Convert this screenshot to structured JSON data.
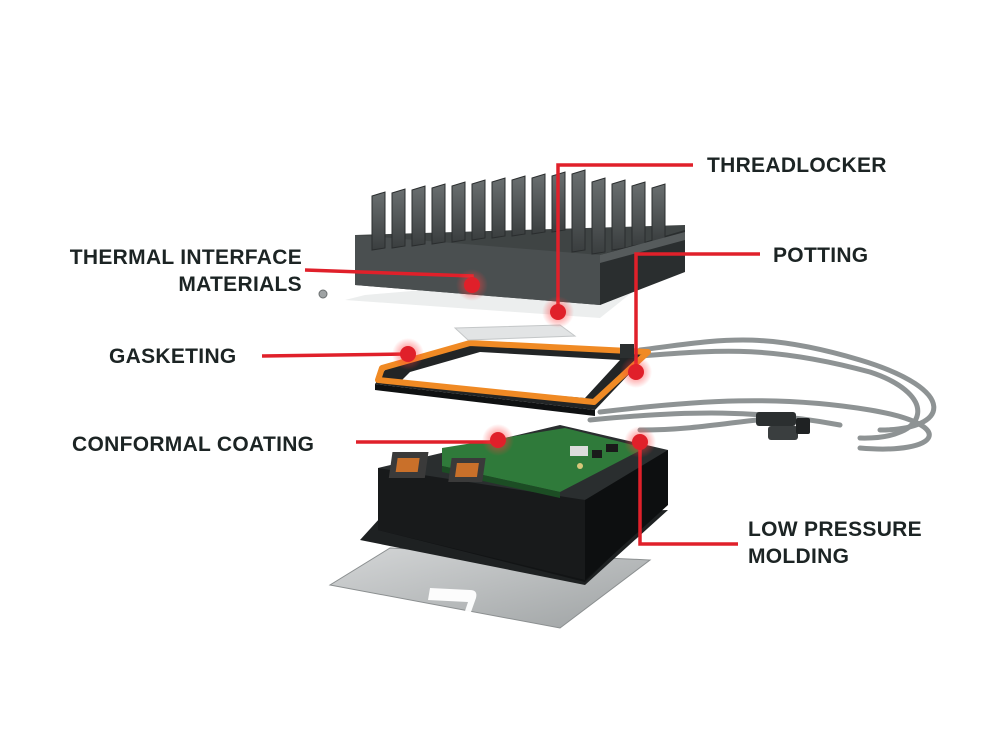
{
  "labels": {
    "threadlocker": "THREADLOCKER",
    "thermal_line1": "THERMAL INTERFACE",
    "thermal_line2": "MATERIALS",
    "potting": "POTTING",
    "gasketing": "GASKETING",
    "conformal": "CONFORMAL COATING",
    "lpm_line1": "LOW PRESSURE",
    "lpm_line2": "MOLDING"
  },
  "colors": {
    "accent_red": "#e0202a",
    "label_text": "#1c2424",
    "gasket_orange": "#f08a24",
    "heatsink": "#3f4444",
    "housing": "#151717",
    "pcb": "#2f7a3a",
    "base_plate": "#b9bcbd"
  }
}
